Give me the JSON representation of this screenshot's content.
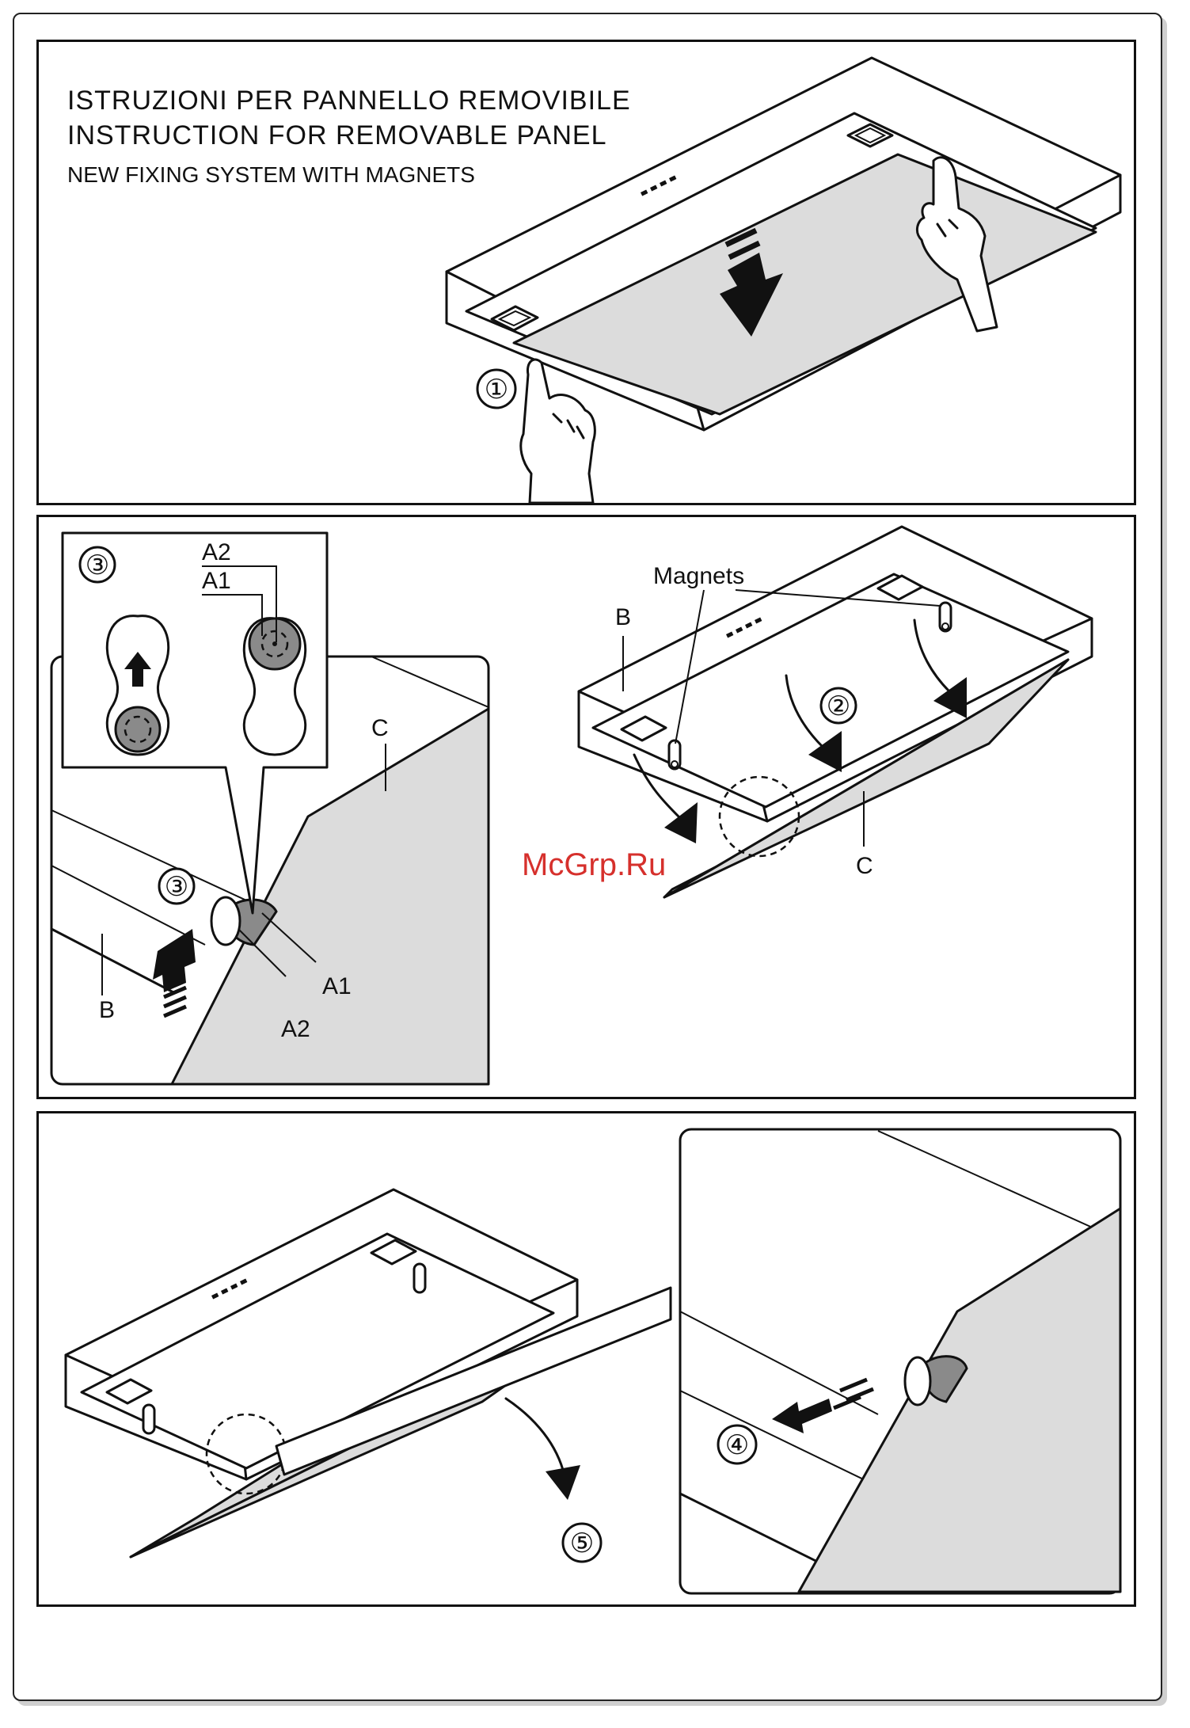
{
  "header": {
    "title_it": "ISTRUZIONI PER PANNELLO REMOVIBILE",
    "title_en": "INSTRUCTION FOR REMOVABLE PANEL",
    "subtitle": "NEW FIXING SYSTEM WITH MAGNETS"
  },
  "steps": [
    "①",
    "②",
    "③",
    "④",
    "⑤"
  ],
  "labels": {
    "magnets": "Magnets",
    "a1": "A1",
    "a2": "A2",
    "b": "B",
    "c": "C"
  },
  "watermark": "McGrp.Ru",
  "icons": [
    "hand-icon",
    "arrow-down-icon",
    "arrow-up-icon",
    "curved-arrow-icon",
    "arrow-left-icon",
    "magnet-icon",
    "keyhole-slot-icon"
  ]
}
